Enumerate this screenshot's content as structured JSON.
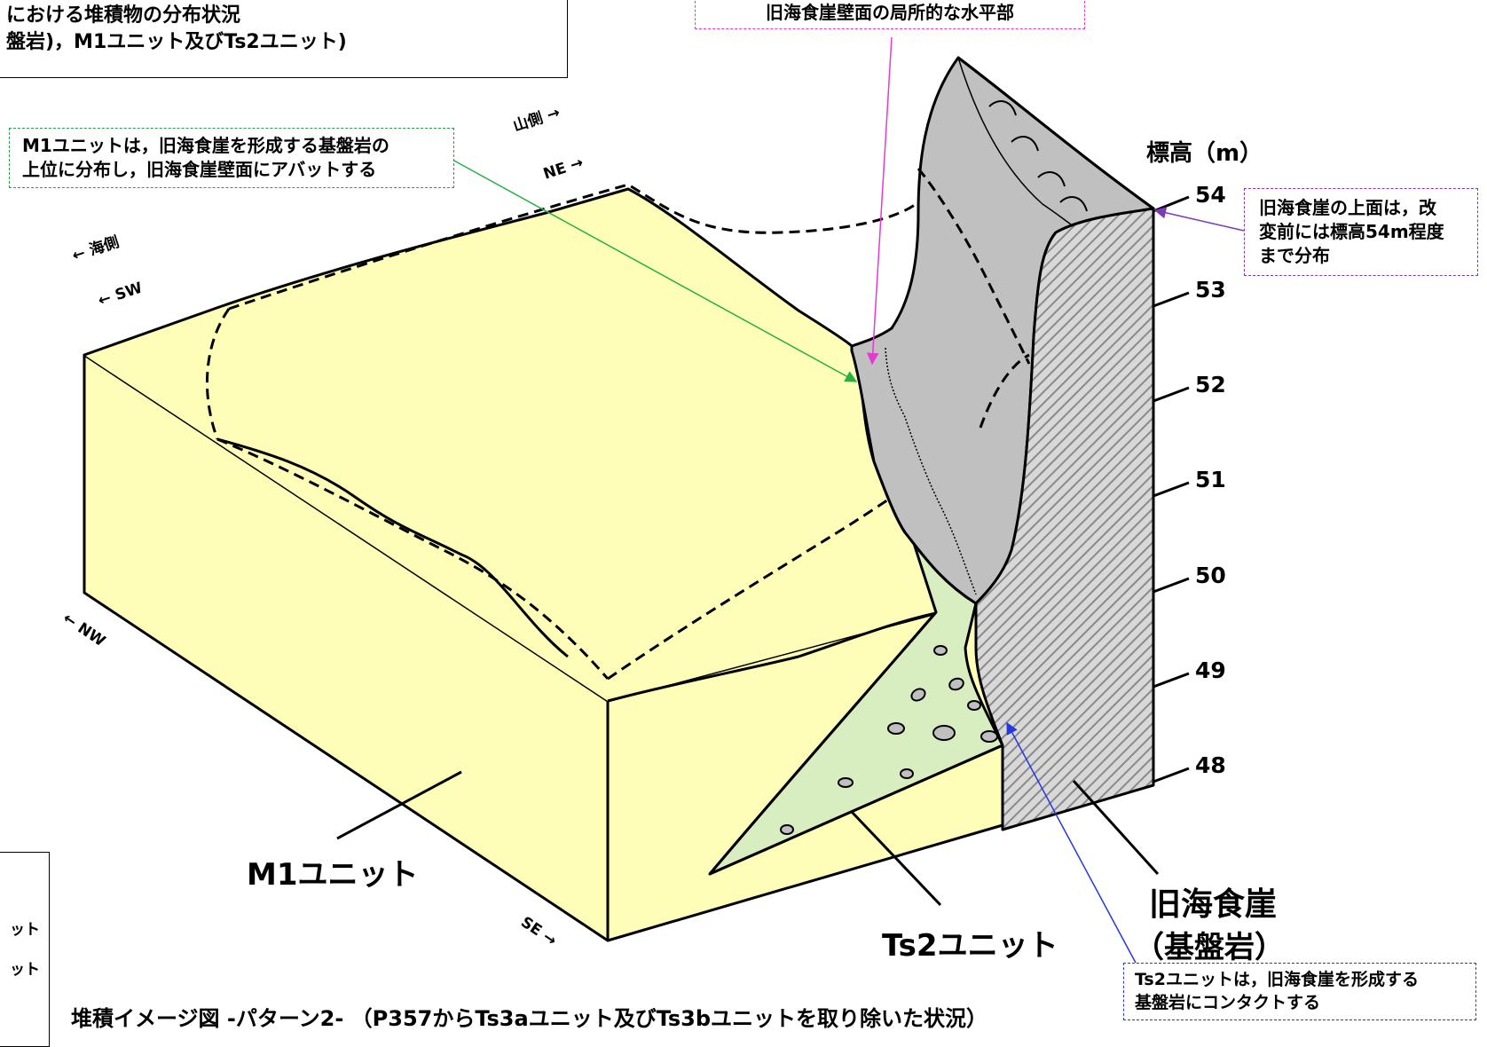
{
  "title_box": {
    "line1": "における堆積物の分布状況",
    "line2": "盤岩)，M1ユニット及びTs2ユニット)"
  },
  "callouts": {
    "local_flat": "旧海食崖壁面の局所的な水平部",
    "m1_abut_line1": "M1ユニットは，旧海食崖を形成する基盤岩の",
    "m1_abut_line2": "上位に分布し，旧海食崖壁面にアバットする",
    "cliff_top_line1": "旧海食崖の上面は，改",
    "cliff_top_line2": "変前には標高54m程度",
    "cliff_top_line3": "まで分布",
    "ts2_contact_line1": "Ts2ユニットは，旧海食崖を形成する",
    "ts2_contact_line2": "基盤岩にコンタクトする"
  },
  "directions": {
    "mountain": "山側 →",
    "ne": "NE →",
    "sea": "← 海側",
    "sw": "← SW",
    "nw": "← NW",
    "se": "SE →"
  },
  "elevation": {
    "title": "標高（m）",
    "ticks": [
      "54",
      "53",
      "52",
      "51",
      "50",
      "49",
      "48"
    ]
  },
  "units": {
    "m1": "M1ユニット",
    "ts2": "Ts2ユニット",
    "cliff_line1": "旧海食崖",
    "cliff_line2": "（基盤岩）"
  },
  "legend_fragment": {
    "row1": "ット",
    "row2": "ット"
  },
  "caption": "堆積イメージ図 -パターン2- （P357からTs3aユニット及びTs3bユニットを取り除いた状況）",
  "colors": {
    "m1_fill": "#fefeb9",
    "ts2_fill": "#d8edc0",
    "cliff_fill": "#c0c0c0",
    "hatch_bg": "#d8d8d8",
    "hatch_line": "#8a8a8a",
    "green_arrow": "#27b043",
    "pink_arrow": "#e23ad2",
    "purple_arrow": "#7a3bb8",
    "blue_arrow": "#2438e0"
  }
}
